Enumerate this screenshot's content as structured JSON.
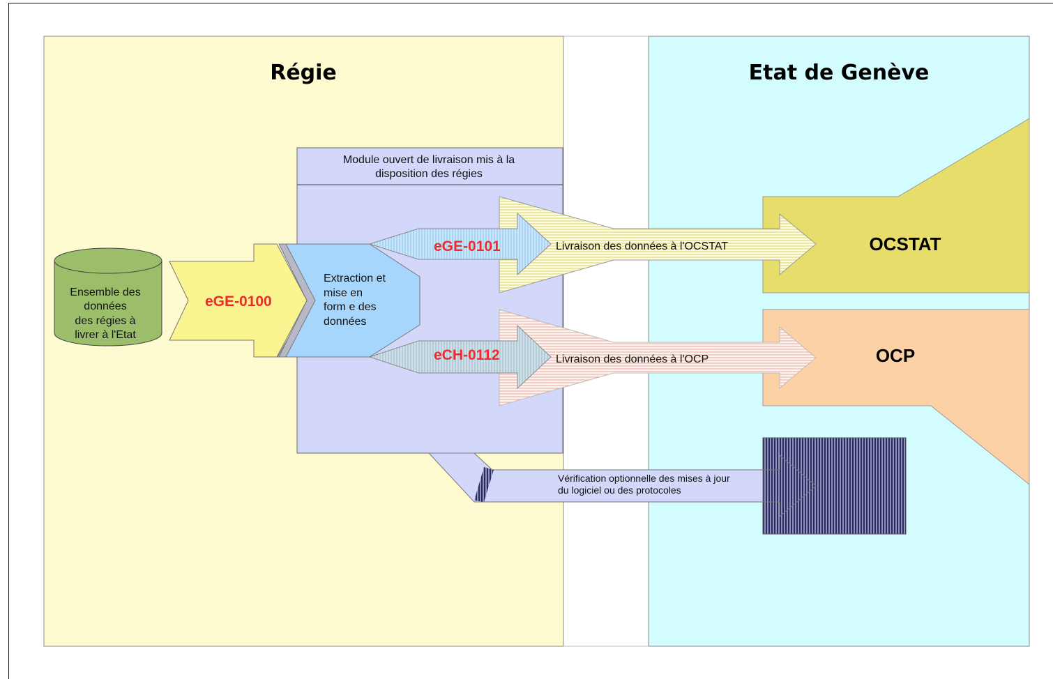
{
  "zones": {
    "regie_title": "Régie",
    "etat_title": "Etat de Genève"
  },
  "module": {
    "title_line1": "Module ouvert de livraison mis à la",
    "title_line2": "disposition des régies"
  },
  "database": {
    "line1": "Ensemble des",
    "line2": "données",
    "line3": "des régies à",
    "line4": "livrer à l'Etat"
  },
  "extraction": {
    "line1": "Extraction et",
    "line2": "mise en",
    "line3": "form e des",
    "line4": "données"
  },
  "arrows": {
    "input_code": "eGE-0100",
    "ocstat_code": "eGE-0101",
    "ocp_code": "eCH-0112",
    "ocstat_label": "Livraison des données à l'OCSTAT",
    "ocp_label": "Livraison des données à l'OCP",
    "verify_line1": "Vérification optionnelle des mises à jour",
    "verify_line2": "du logiciel ou des protocoles"
  },
  "targets": {
    "ocstat": "OCSTAT",
    "ocp": "OCP"
  },
  "colors": {
    "regie_bg": "#fefbd0",
    "etat_bg": "#d2fcfd",
    "module_bg": "#d3d8fb",
    "database": "#9cbe6a",
    "input_arrow": "#fbf591",
    "extraction": "#a7d6fc",
    "ocstat": "#e6dd6a",
    "ocp": "#fdd1a6",
    "code_red": "#ef2a2a"
  }
}
